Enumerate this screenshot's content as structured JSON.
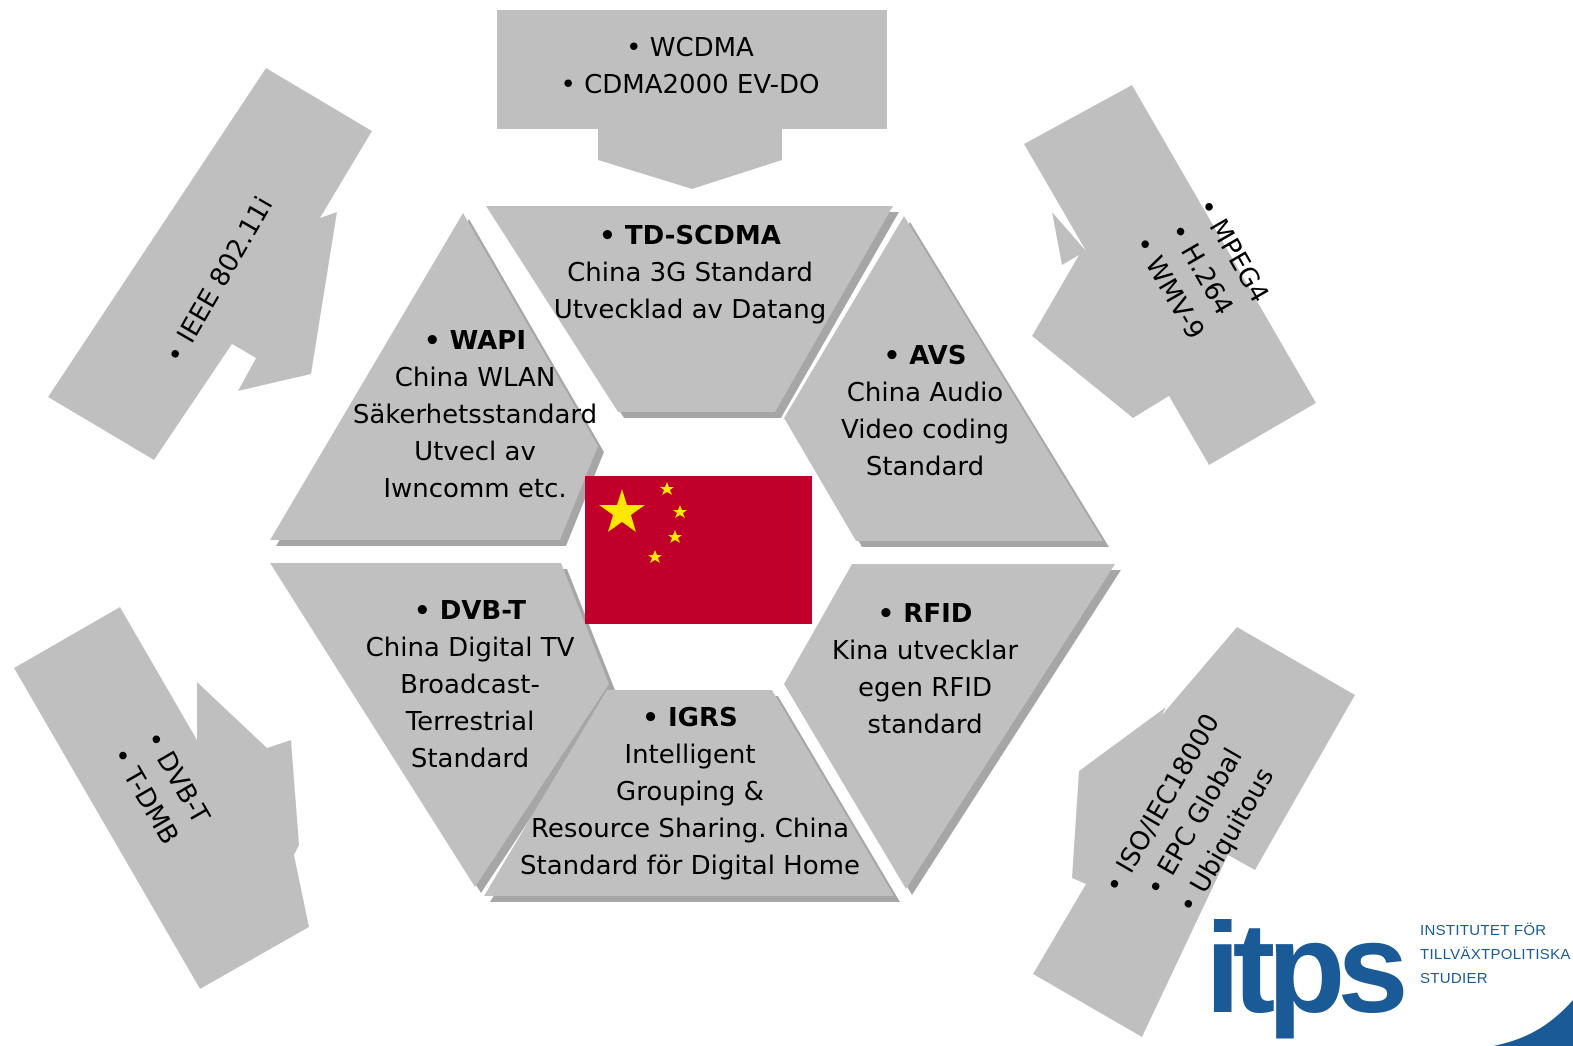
{
  "colors": {
    "segment": "#c0c0c0",
    "arrow": "#bfbfbf",
    "shadow": "#a6a6a6",
    "flag_red": "#c0002a",
    "flag_yellow": "#ffe800",
    "logo_blue": "#1a5a96"
  },
  "segments": {
    "top": {
      "title": "• TD-SCDMA",
      "lines": [
        "China 3G Standard",
        "Utvecklad av Datang"
      ]
    },
    "upper_left": {
      "title": "• WAPI",
      "lines": [
        "China WLAN",
        "Säkerhetsstandard",
        "Utvecl av",
        "Iwncomm etc."
      ]
    },
    "upper_right": {
      "title": "• AVS",
      "lines": [
        "China Audio",
        "Video coding",
        "Standard"
      ]
    },
    "lower_left": {
      "title": "• DVB-T",
      "lines": [
        "China Digital TV",
        "Broadcast-",
        "Terrestrial",
        "Standard"
      ]
    },
    "lower_right": {
      "title": "• RFID",
      "lines": [
        "Kina utvecklar",
        "egen RFID",
        "standard"
      ]
    },
    "bottom": {
      "title": "• IGRS",
      "lines": [
        "Intelligent",
        "Grouping &",
        "Resource Sharing. China",
        "Standard för Digital Home"
      ]
    }
  },
  "arrows": {
    "top": [
      "• WCDMA",
      "• CDMA2000 EV-DO"
    ],
    "upper_left": [
      "• IEEE 802.11i"
    ],
    "upper_right": [
      "• MPEG4",
      "• H.264",
      "• WMV-9"
    ],
    "lower_left": [
      "• DVB-T",
      "• T-DMB"
    ],
    "lower_right": [
      "• ISO/IEC18000",
      "• EPC Global",
      "• Ubiquitous"
    ]
  },
  "logo": {
    "mark": "itps",
    "lines": [
      "INSTITUTET FÖR",
      "TILLVÄXTPOLITISKA",
      "STUDIER"
    ]
  }
}
